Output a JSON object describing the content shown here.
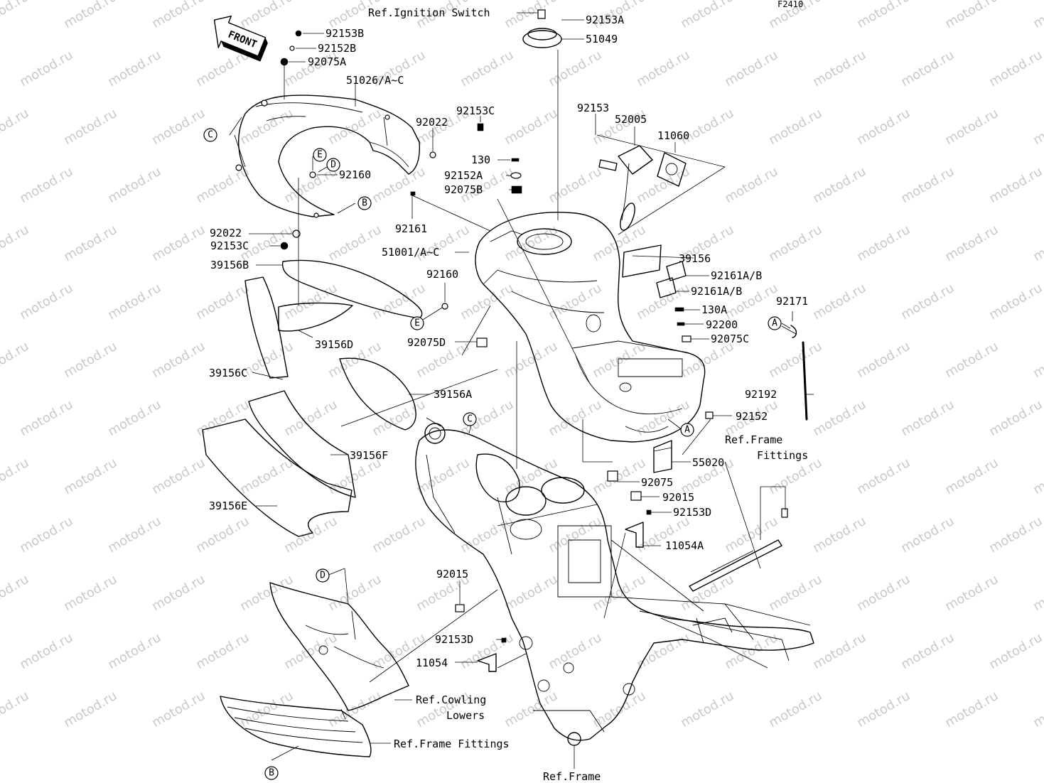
{
  "code": "F2410",
  "front_arrow": "FRONT",
  "watermark": "motod.ru",
  "callouts": [
    "A",
    "B",
    "C",
    "D",
    "E"
  ],
  "labels": {
    "ref_ignition_switch": "Ref.Ignition Switch",
    "p92153A": "92153A",
    "p51049": "51049",
    "p92153B": "92153B",
    "p92152B": "92152B",
    "p92075A": "92075A",
    "p51026": "51026/A~C",
    "p92022_top": "92022",
    "p92153C_top": "92153C",
    "p130": "130",
    "p92152A": "92152A",
    "p92075B": "92075B",
    "p92160_top": "92160",
    "p92161": "92161",
    "p92153": "92153",
    "p52005": "52005",
    "p11060": "11060",
    "p92022_mid": "92022",
    "p92153C_mid": "92153C",
    "p51001": "51001/A~C",
    "p39156": "39156",
    "p92161AB_1": "92161A/B",
    "p92161AB_2": "92161A/B",
    "p39156B": "39156B",
    "p92160_mid": "92160",
    "p130A": "130A",
    "p92171": "92171",
    "p92200": "92200",
    "p39156D": "39156D",
    "p92075D": "92075D",
    "p92075C": "92075C",
    "p39156C": "39156C",
    "p39156A": "39156A",
    "p92192": "92192",
    "p92152": "92152",
    "ref_frame_fittings_1": "Ref.Frame",
    "ref_frame_fittings_2": "Fittings",
    "p39156F": "39156F",
    "p55020": "55020",
    "p92075": "92075",
    "p92015_top": "92015",
    "p39156E": "39156E",
    "p92153D_top": "92153D",
    "p11054A": "11054A",
    "p92015_bot": "92015",
    "p92153D_bot": "92153D",
    "p11054": "11054",
    "ref_cowling_1": "Ref.Cowling",
    "ref_cowling_2": "Lowers",
    "ref_frame_fittings_bottom": "Ref.Frame Fittings",
    "ref_frame": "Ref.Frame"
  }
}
